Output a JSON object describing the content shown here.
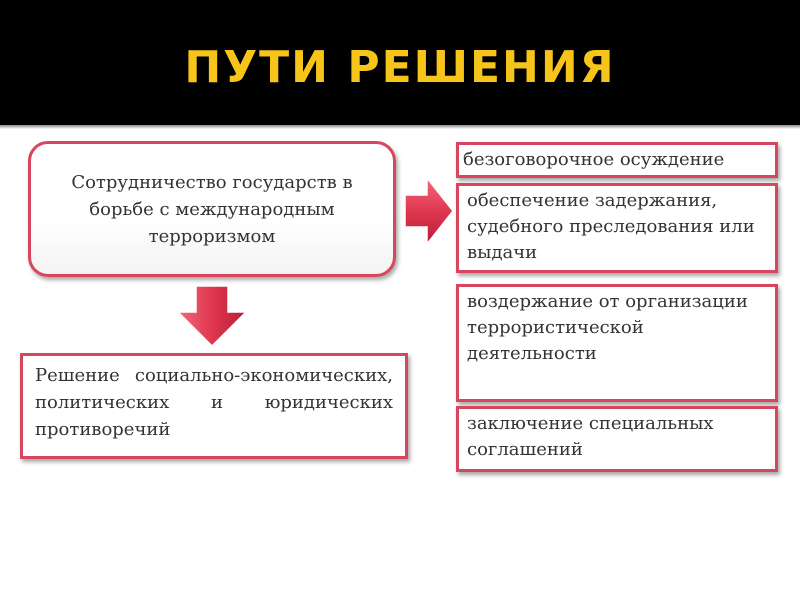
{
  "slide": {
    "title": "ПУТИ РЕШЕНИЯ"
  },
  "diagram": {
    "main_box": "Сотрудничество государств в борьбе с международным терроризмом",
    "left_box": "Решение социально-экономических, политических и юридических противоречий",
    "right_boxes": [
      "безоговорочное осуждение",
      "обеспечение задержания, судебного преследования или выдачи",
      "воздержание от организации террористической деятельности",
      "заключение специальных соглашений"
    ],
    "arrows": [
      {
        "direction": "right",
        "color": "#e0364f"
      },
      {
        "direction": "down",
        "color": "#e0364f"
      }
    ]
  },
  "colors": {
    "header_bg": "#000000",
    "title": "#f7c51a",
    "border": "#d7465d",
    "text": "#333333"
  }
}
